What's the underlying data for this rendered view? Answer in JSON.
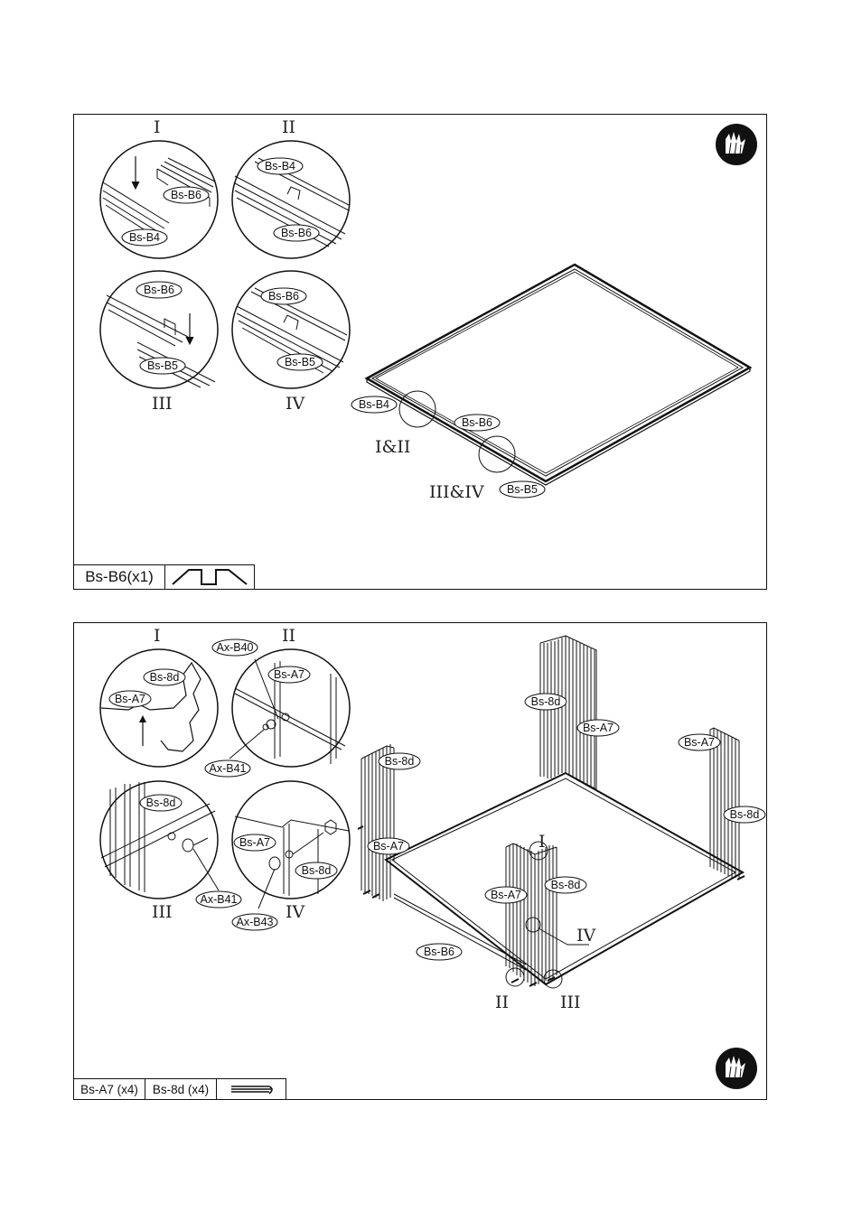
{
  "panel1": {
    "details": {
      "i": {
        "roman": "I",
        "labels": [
          "Bs-B6",
          "Bs-B4"
        ]
      },
      "ii": {
        "roman": "II",
        "labels": [
          "Bs-B4",
          "Bs-B6"
        ]
      },
      "iii": {
        "roman": "III",
        "labels": [
          "Bs-B6",
          "Bs-B5"
        ]
      },
      "iv": {
        "roman": "IV",
        "labels": [
          "Bs-B6",
          "Bs-B5"
        ]
      }
    },
    "main": {
      "labels": {
        "b4": "Bs-B4",
        "b6": "Bs-B6",
        "b5": "Bs-B5"
      },
      "callouts": {
        "i_ii": "I&II",
        "iii_iv": "III&IV"
      }
    },
    "parts": {
      "part1": "Bs-B6(x1)"
    },
    "icon": "gloves-icon"
  },
  "panel2": {
    "details": {
      "i": {
        "roman": "I",
        "labels": [
          "Bs-8d",
          "Bs-A7"
        ]
      },
      "ii": {
        "roman": "II",
        "labels": [
          "Ax-B40",
          "Bs-A7",
          "Ax-B41"
        ]
      },
      "iii": {
        "roman": "III",
        "labels": [
          "Bs-8d",
          "Ax-B41"
        ]
      },
      "iv": {
        "roman": "IV",
        "labels": [
          "Bs-A7",
          "Bs-8d",
          "Ax-B43"
        ]
      }
    },
    "main": {
      "labels": {
        "back_8d": "Bs-8d",
        "back_a7": "Bs-A7",
        "right_a7": "Bs-A7",
        "right_8d": "Bs-8d",
        "left_8d": "Bs-8d",
        "left_a7": "Bs-A7",
        "front_a7": "Bs-A7",
        "front_8d": "Bs-8d",
        "b6": "Bs-B6"
      },
      "callouts": {
        "i": "I",
        "iv": "IV",
        "ii": "II",
        "iii": "III"
      }
    },
    "parts": {
      "part1": "Bs-A7 (x4)",
      "part2": "Bs-8d (x4)"
    },
    "icon": "gloves-icon"
  }
}
